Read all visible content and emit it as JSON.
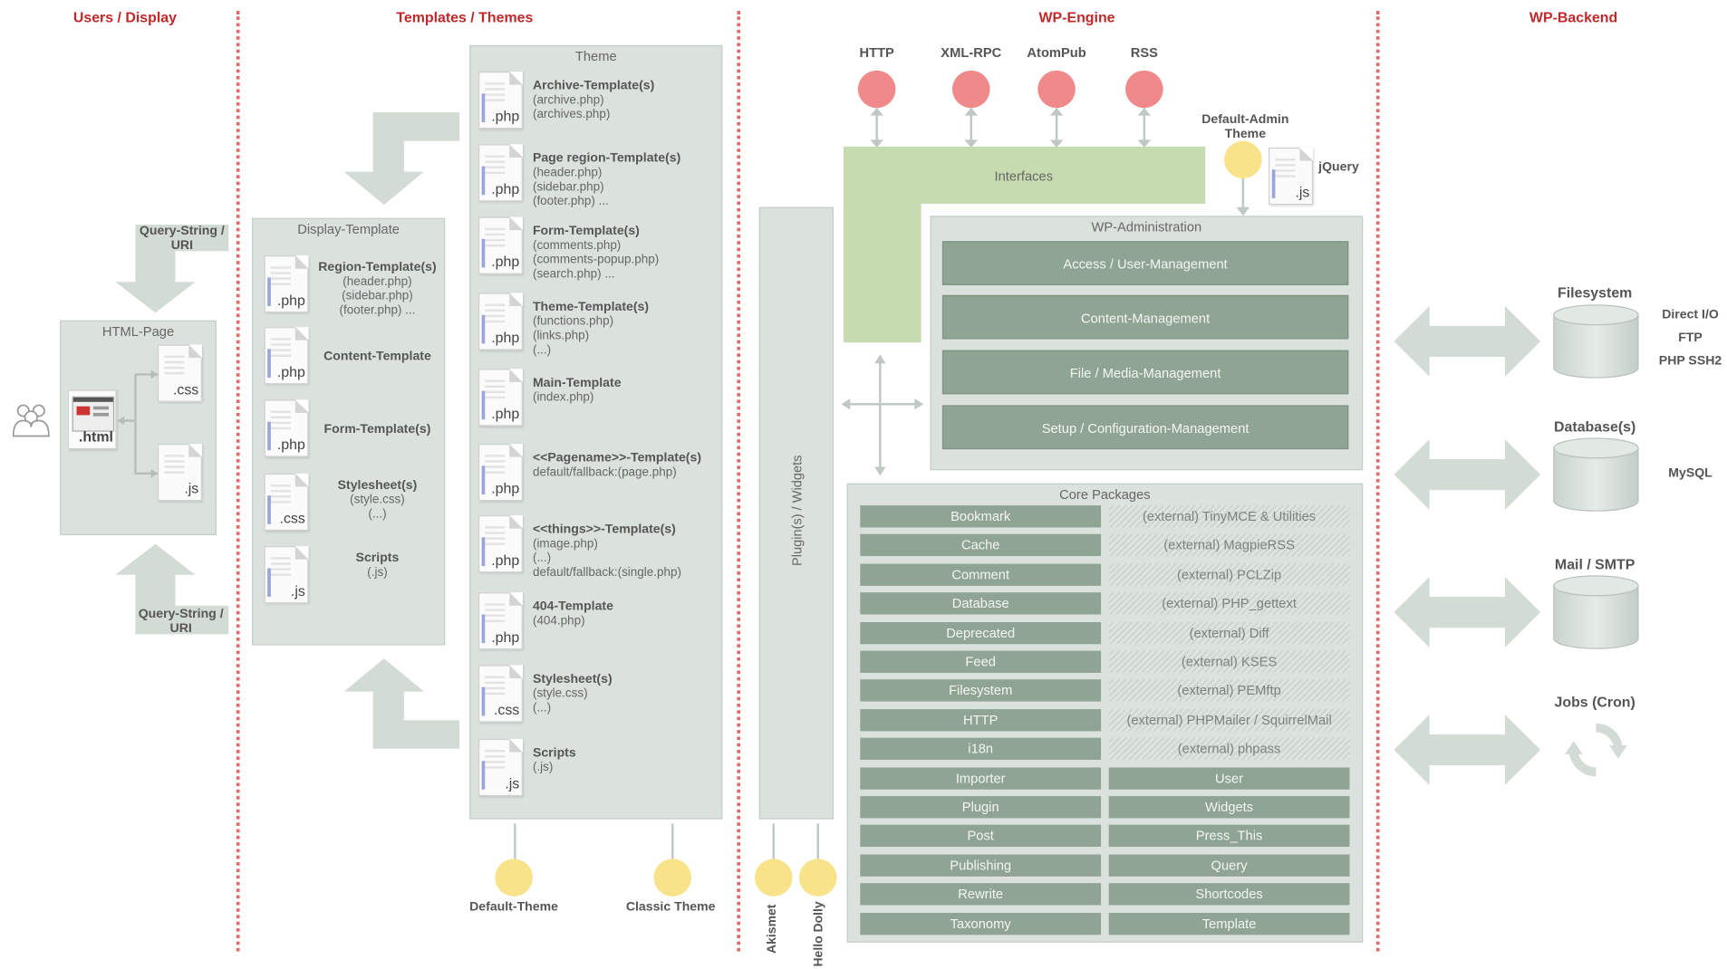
{
  "sections": {
    "users": "Users / Display",
    "templates": "Templates / Themes",
    "engine": "WP-Engine",
    "backend": "WP-Backend"
  },
  "users_display": {
    "query_top": "Query-String /\nURI",
    "query_bottom": "Query-String /\nURI",
    "html_page": {
      "title": "HTML-Page",
      "files": [
        ".html",
        ".css",
        ".js"
      ]
    }
  },
  "display_template": {
    "title": "Display-Template",
    "items": [
      {
        "ext": ".php",
        "title": "Region-Template(s)",
        "sub": "(header.php)\n(sidebar.php)\n(footer.php) ..."
      },
      {
        "ext": ".php",
        "title": "Content-Template",
        "sub": ""
      },
      {
        "ext": ".php",
        "title": "Form-Template(s)",
        "sub": ""
      },
      {
        "ext": ".css",
        "title": "Stylesheet(s)",
        "sub": "(style.css)\n(...)"
      },
      {
        "ext": ".js",
        "title": "Scripts",
        "sub": "(.js)"
      }
    ]
  },
  "theme": {
    "title": "Theme",
    "items": [
      {
        "ext": ".php",
        "title": "Archive-Template(s)",
        "sub": "(archive.php)\n(archives.php)"
      },
      {
        "ext": ".php",
        "title": "Page region-Template(s)",
        "sub": "(header.php)\n(sidebar.php)\n(footer.php) ..."
      },
      {
        "ext": ".php",
        "title": "Form-Template(s)",
        "sub": "(comments.php)\n(comments-popup.php)\n(search.php) ..."
      },
      {
        "ext": ".php",
        "title": "Theme-Template(s)",
        "sub": "(functions.php)\n(links.php)\n(...)"
      },
      {
        "ext": ".php",
        "title": "Main-Template",
        "sub": "(index.php)"
      },
      {
        "ext": ".php",
        "title": "<<Pagename>>-Template(s)",
        "sub": "default/fallback:(page.php)"
      },
      {
        "ext": ".php",
        "title": "<<things>>-Template(s)",
        "sub": "(image.php)\n(...)\ndefault/fallback:(single.php)"
      },
      {
        "ext": ".php",
        "title": "404-Template",
        "sub": "(404.php)"
      },
      {
        "ext": ".css",
        "title": "Stylesheet(s)",
        "sub": "(style.css)\n(...)"
      },
      {
        "ext": ".js",
        "title": "Scripts",
        "sub": "(.js)"
      }
    ],
    "default_theme": "Default-Theme",
    "classic_theme": "Classic Theme"
  },
  "engine": {
    "protocols": [
      "HTTP",
      "XML-RPC",
      "AtomPub",
      "RSS"
    ],
    "interfaces": "Interfaces",
    "default_admin": "Default-Admin\nTheme",
    "jquery": "jQuery",
    "jquery_ext": ".js",
    "plugins_widgets": "Plugin(s) / Widgets",
    "plugins": [
      "Akismet",
      "Hello Dolly"
    ],
    "wp_admin": {
      "title": "WP-Administration",
      "items": [
        "Access / User-Management",
        "Content-Management",
        "File / Media-Management",
        "Setup / Configuration-Management"
      ]
    },
    "core": {
      "title": "Core Packages",
      "left": [
        "Bookmark",
        "Cache",
        "Comment",
        "Database",
        "Deprecated",
        "Feed",
        "Filesystem",
        "HTTP",
        "i18n",
        "Importer",
        "Plugin",
        "Post",
        "Publishing",
        "Rewrite",
        "Taxonomy"
      ],
      "right": [
        "(external) TinyMCE & Utilities",
        "(external) MagpieRSS",
        "(external) PCLZip",
        "(external) PHP_gettext",
        "(external) Diff",
        "(external) KSES",
        "(external) PEMftp",
        "(external) PHPMailer / SquirrelMail",
        "(external) phpass",
        "User",
        "Widgets",
        "Press_This",
        "Query",
        "Shortcodes",
        "Template"
      ],
      "right_external_count": 9
    }
  },
  "backend": {
    "filesystem": {
      "title": "Filesystem",
      "notes": [
        "Direct I/O",
        "FTP",
        "PHP SSH2"
      ]
    },
    "database": {
      "title": "Database(s)",
      "notes": [
        "MySQL"
      ]
    },
    "mail": {
      "title": "Mail / SMTP"
    },
    "jobs": {
      "title": "Jobs (Cron)"
    }
  },
  "colors": {
    "section_title": "#c0282a",
    "divider": "#e06a6a",
    "box": "#dbe2dd",
    "button": "#8fa492",
    "interfaces": "#c7dbb0",
    "protocol_dot": "#f08a8a",
    "theme_dot": "#f8e38a"
  }
}
